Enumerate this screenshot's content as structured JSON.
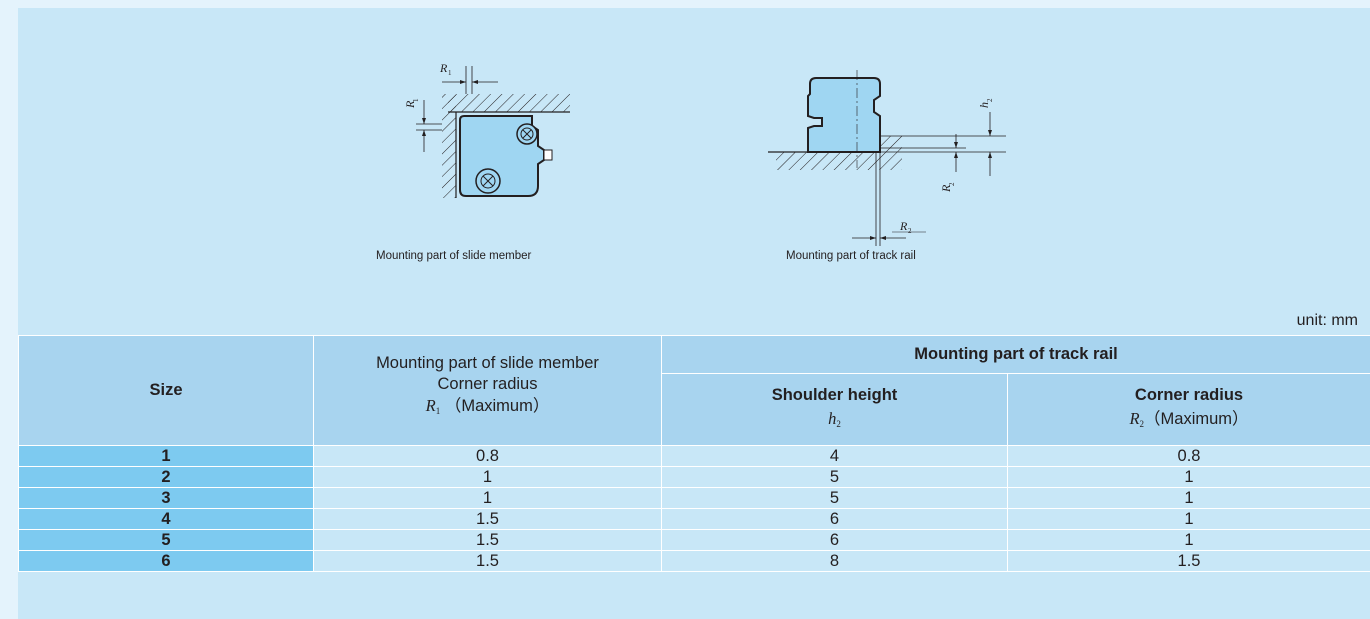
{
  "diagrams": {
    "slide": {
      "caption": "Mounting part of slide member",
      "labels": {
        "r1_top": "R",
        "r1_top_sub": "1",
        "r1_left": "R",
        "r1_left_sub": "1"
      }
    },
    "rail": {
      "caption": "Mounting part of track rail",
      "labels": {
        "h2": "h",
        "h2_sub": "2",
        "r2_side": "R",
        "r2_side_sub": "2",
        "r2_bottom": "R",
        "r2_bottom_sub": "2"
      }
    }
  },
  "unit_label": "unit: mm",
  "table": {
    "headers": {
      "size": "Size",
      "slide_line1": "Mounting part of slide member",
      "slide_line2": "Corner radius",
      "slide_var": "R",
      "slide_var_sub": "1",
      "slide_note": "（Maximum）",
      "rail_group": "Mounting part of track rail",
      "shoulder": "Shoulder height",
      "shoulder_var": "h",
      "shoulder_var_sub": "2",
      "rail_corner": "Corner radius",
      "rail_var": "R",
      "rail_var_sub": "2",
      "rail_note": "（Maximum）"
    },
    "rows": [
      {
        "size": "1",
        "r1": "0.8",
        "h2": "4",
        "r2": "0.8"
      },
      {
        "size": "2",
        "r1": "1",
        "h2": "5",
        "r2": "1"
      },
      {
        "size": "3",
        "r1": "1",
        "h2": "5",
        "r2": "1"
      },
      {
        "size": "4",
        "r1": "1.5",
        "h2": "6",
        "r2": "1"
      },
      {
        "size": "5",
        "r1": "1.5",
        "h2": "6",
        "r2": "1"
      },
      {
        "size": "6",
        "r1": "1.5",
        "h2": "8",
        "r2": "1.5"
      }
    ]
  }
}
